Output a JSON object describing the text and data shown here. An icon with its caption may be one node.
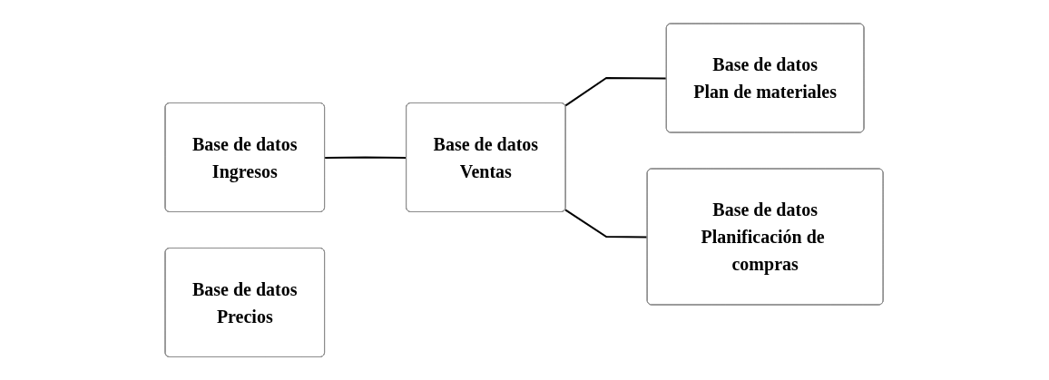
{
  "diagram": {
    "nodes": [
      {
        "text": [
          "Base de datos",
          "Ingresos"
        ]
      },
      {
        "text": [
          "Base de datos",
          "Precios"
        ]
      },
      {
        "text": [
          "Base de datos",
          "Ventas"
        ]
      },
      {
        "text": [
          "Base de datos",
          "Plan de materiales"
        ]
      },
      {
        "text": [
          "Base de datos",
          "Planificación de compras"
        ]
      }
    ],
    "edges": [
      {
        "from": 0,
        "to": 2,
        "arrow": "none"
      },
      {
        "from": 2,
        "to": 3,
        "arrow": "none"
      },
      {
        "from": 2,
        "to": 4,
        "arrow": "none"
      }
    ]
  }
}
